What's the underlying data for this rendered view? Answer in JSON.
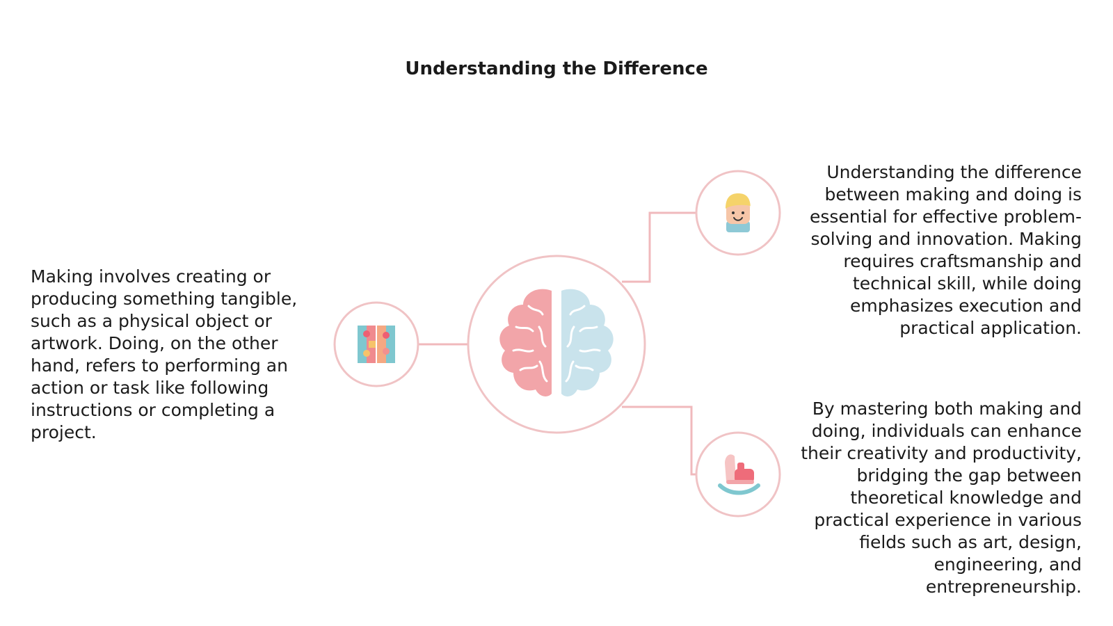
{
  "title": "Understanding the Difference",
  "left_text": "Making involves creating or producing something tangible, such as a physical object or artwork. Doing, on the other hand, refers to performing an action or task like following instructions or completing a project.",
  "top_right_text": "Understanding the difference between making and doing is essential for effective problem-solving and innovation. Making requires craftsmanship and technical skill, while doing emphasizes execution and practical application.",
  "bottom_right_text": "By mastering both making and doing, individuals can enhance their creativity and productivity, bridging the gap between theoretical knowledge and practical experience in various fields such as art, design, engineering, and entrepreneurship.",
  "icons": {
    "center": "brain-icon",
    "left": "puzzle-icon",
    "top_right": "person-icon",
    "bottom_right": "rocking-horse-icon"
  },
  "colors": {
    "ring": "#f0c3c5",
    "connector": "#f0b9bc",
    "brain_left": "#f2a5a9",
    "brain_right": "#c9e3ec"
  }
}
